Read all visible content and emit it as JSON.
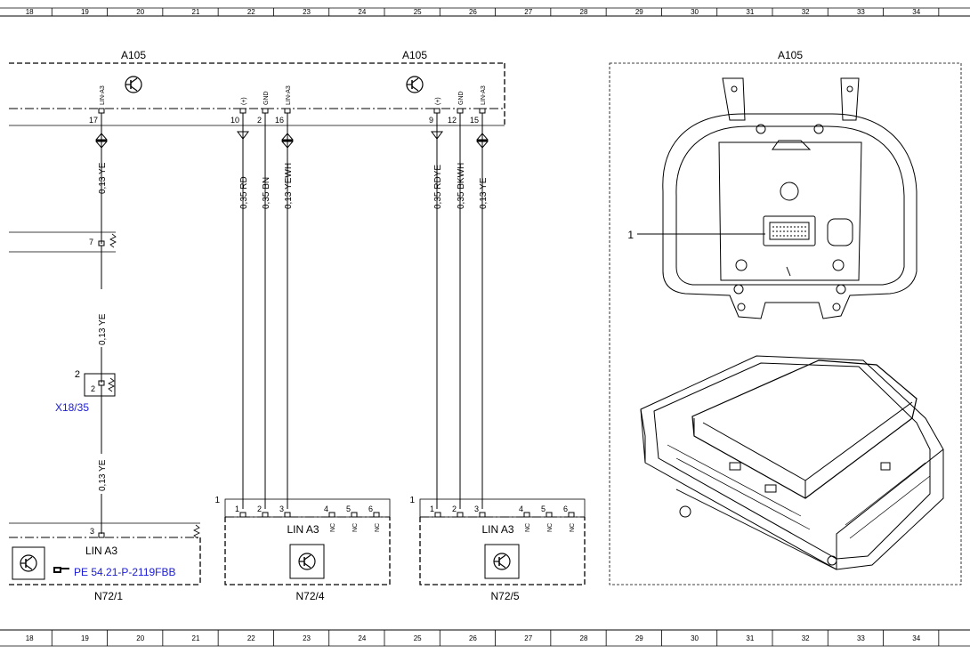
{
  "ruler": [
    "18",
    "19",
    "20",
    "21",
    "22",
    "23",
    "24",
    "25",
    "26",
    "27",
    "28",
    "29",
    "30",
    "31",
    "32",
    "33",
    "34"
  ],
  "colors": {
    "link": "#1a1ad6",
    "line": "#000000"
  },
  "module": {
    "label_left": "A105",
    "label_mid": "A105",
    "label_right": "A105",
    "pins": [
      {
        "num": "17",
        "sig": "LIN-A3",
        "wire": "0,13 YE"
      },
      {
        "num": "10",
        "sig": "(+)",
        "wire": "0,35 RD"
      },
      {
        "num": "2",
        "sig": "GND",
        "wire": "0,35 BN"
      },
      {
        "num": "16",
        "sig": "LIN-A3",
        "wire": "0,13 YEWH"
      },
      {
        "num": "9",
        "sig": "(+)",
        "wire": "0,35 RDYE"
      },
      {
        "num": "12",
        "sig": "GND",
        "wire": "0,35 BKWH"
      },
      {
        "num": "15",
        "sig": "LIN-A3",
        "wire": "0,13 YE"
      }
    ]
  },
  "left_chain": {
    "pin7": "7",
    "wire2": "0,13 YE",
    "x18_pin_outer": "2",
    "x18_pin_inner": "2",
    "x18_label": "X18/35",
    "wire3": "0,13 YE"
  },
  "n72_1": {
    "pin": "3",
    "bus": "LIN A3",
    "ref": "PE 54.21-P-2119FBB",
    "label": "N72/1"
  },
  "n72_4": {
    "corner": "1",
    "pins": [
      "1",
      "2",
      "3",
      "4",
      "5",
      "6"
    ],
    "nc": [
      "NC",
      "NC",
      "NC"
    ],
    "bus": "LIN A3",
    "label": "N72/4"
  },
  "n72_5": {
    "corner": "1",
    "pins": [
      "1",
      "2",
      "3",
      "4",
      "5",
      "6"
    ],
    "nc": [
      "NC",
      "NC",
      "NC"
    ],
    "bus": "LIN A3",
    "label": "N72/5"
  },
  "detail": {
    "callout": "1"
  }
}
